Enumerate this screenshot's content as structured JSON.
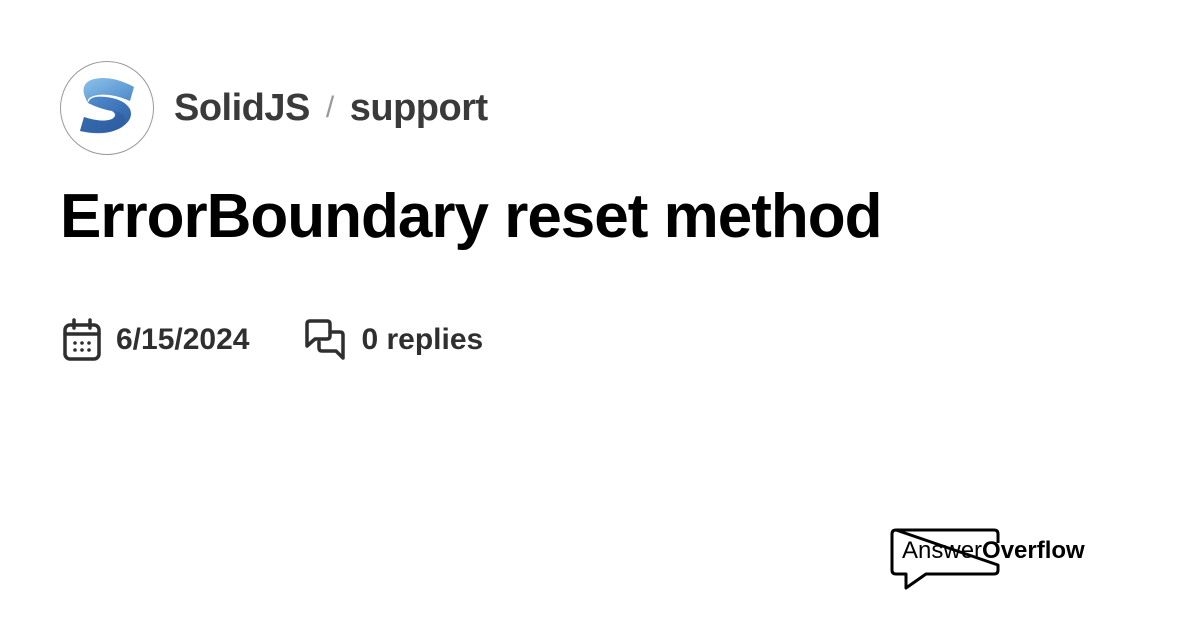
{
  "header": {
    "server_name": "SolidJS",
    "separator": "/",
    "channel_name": "support",
    "logo_icon": "solidjs-logo-icon",
    "logo_colors": [
      "#76b3e1",
      "#4377bb",
      "#2c4f7c"
    ]
  },
  "post": {
    "title": "ErrorBoundary reset method",
    "date": "6/15/2024",
    "date_icon": "calendar-icon",
    "replies": "0 replies",
    "replies_icon": "chat-bubbles-icon"
  },
  "branding": {
    "answer": "Answer",
    "overflow": "Overflow",
    "icon": "speech-bubble-icon"
  }
}
